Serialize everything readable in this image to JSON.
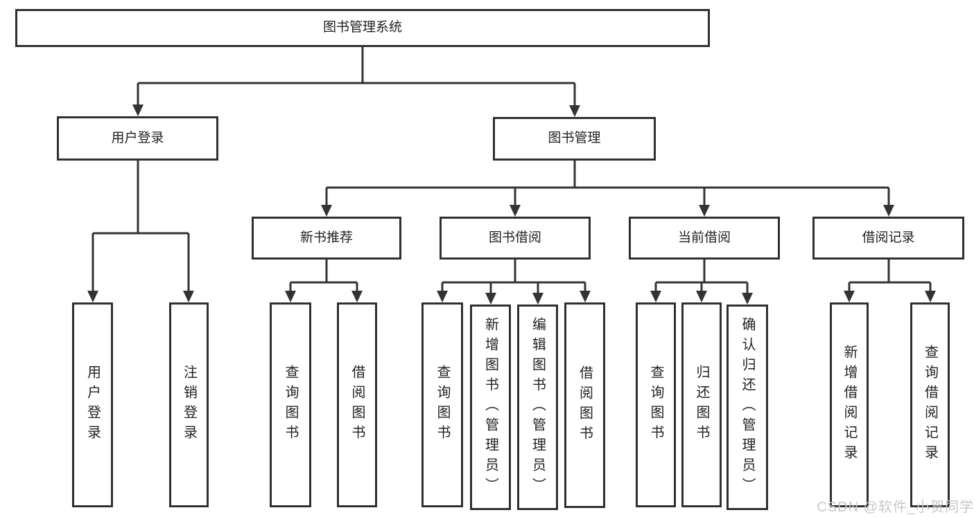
{
  "root": {
    "label": "图书管理系统"
  },
  "level1": [
    {
      "label": "用户登录",
      "children": [
        {
          "label": "用户登录"
        },
        {
          "label": "注销登录"
        }
      ]
    },
    {
      "label": "图书管理",
      "children": [
        {
          "label": "新书推荐",
          "children": [
            {
              "label": "查询图书"
            },
            {
              "label": "借阅图书"
            }
          ]
        },
        {
          "label": "图书借阅",
          "children": [
            {
              "label": "查询图书"
            },
            {
              "label": "新增图书（管理员）"
            },
            {
              "label": "编辑图书（管理员）"
            },
            {
              "label": "借阅图书"
            }
          ]
        },
        {
          "label": "当前借阅",
          "children": [
            {
              "label": "查询图书"
            },
            {
              "label": "归还图书"
            },
            {
              "label": "确认归还（管理员）"
            }
          ]
        },
        {
          "label": "借阅记录",
          "children": [
            {
              "label": "新增借阅记录"
            },
            {
              "label": "查询借阅记录"
            }
          ]
        }
      ]
    }
  ],
  "watermark": {
    "text": "CSDN @软件_小贺同学"
  },
  "colors": {
    "line": "#333333",
    "border": "#2f2f2f",
    "box_bg": "#ffffff",
    "text": "#222222",
    "watermark": "#c8c8c8"
  }
}
